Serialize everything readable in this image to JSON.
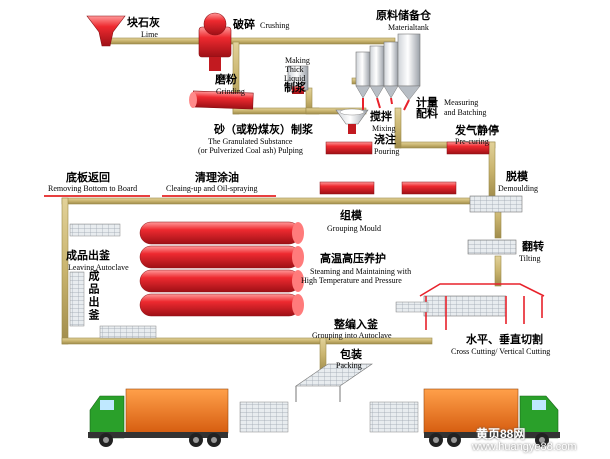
{
  "colors": {
    "pipe": "#c9b46e",
    "pipe_edge": "#9c8a4a",
    "red": "#e8222b",
    "red_dark": "#a8141a",
    "red_light": "#ff8a8a",
    "truck_cab": "#2aa02a",
    "truck_box": "#f07a22",
    "grey": "#c9cfd6",
    "underline": "#e00000"
  },
  "icons": [
    "funnel-icon",
    "crusher-icon",
    "mill-tube-icon",
    "tank-icon",
    "mixer-icon",
    "truck-icon"
  ],
  "steps": {
    "lime": {
      "cn": "块石灰",
      "en": "Lime"
    },
    "crushing": {
      "cn": "破碎",
      "en": "Crushing"
    },
    "material_tank": {
      "cn": "原料储备仓",
      "en": "Materialtank"
    },
    "grinding": {
      "cn": "磨粉",
      "en": "Grinding"
    },
    "thick_liquid": {
      "en_line1": "Making",
      "en_line2": "Thick",
      "en_line3": "Liquid",
      "cn": "制浆"
    },
    "measuring": {
      "cn": "计量配料",
      "en_line1": "Measuring",
      "en_line2": "and Batching"
    },
    "mixing": {
      "cn": "搅拌",
      "en": "Mixing"
    },
    "pouring": {
      "cn": "浇注",
      "en": "Pouring"
    },
    "pulping": {
      "cn": "砂（或粉煤灰）制浆",
      "en_line1": "The Granulated Substance",
      "en_line2": "(or Pulverized Coal ash) Pulping"
    },
    "pre_curing": {
      "cn": "发气静停",
      "en": "Pre-curing"
    },
    "removing_bottom": {
      "cn": "底板返回",
      "en": "Removing Bottom to Board"
    },
    "cleaning": {
      "cn": "清理涂油",
      "en": "Cleaing-up and Oil-spraying"
    },
    "demoulding": {
      "cn": "脱模",
      "en": "Demoulding"
    },
    "grouping_mould": {
      "cn": "组模",
      "en": "Grouping Mould"
    },
    "leaving_autoclave": {
      "cn": "成品出釜",
      "en": "Leaving Autoclave"
    },
    "steaming": {
      "cn": "高温高压养护",
      "en_line1": "Steaming and Maintaining with",
      "en_line2": "High Temperature and Pressure"
    },
    "tilting": {
      "cn": "翻转",
      "en": "Tilting"
    },
    "product_out": {
      "cn": "成品出釜"
    },
    "grouping_autoclave": {
      "cn": "整编入釜",
      "en": "Grouping into Autoclave"
    },
    "cutting": {
      "cn": "水平、垂直切割",
      "en": "Cross Cutting/ Vertical Cutting"
    },
    "packing": {
      "cn": "包装",
      "en": "Packing"
    }
  },
  "watermark": {
    "line1": "黄页88网",
    "line2": "www.huangye88.com"
  }
}
